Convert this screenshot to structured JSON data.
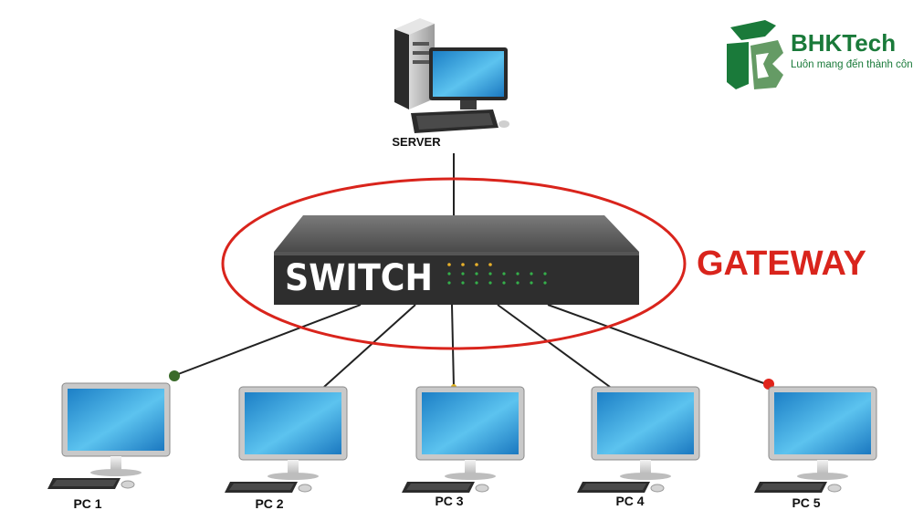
{
  "logo": {
    "brand": "BHKTech",
    "slogan": "Luôn mang đến thành công!",
    "brand_color": "#1a7a3a"
  },
  "server": {
    "label": "SERVER"
  },
  "switch": {
    "label": "SWITCH"
  },
  "gateway": {
    "label": "GATEWAY",
    "color": "#d9241c"
  },
  "pcs": [
    {
      "label": "PC 1"
    },
    {
      "label": "PC 2"
    },
    {
      "label": "PC 3"
    },
    {
      "label": "PC 4"
    },
    {
      "label": "PC 5"
    }
  ],
  "colors": {
    "ring": "#d9241c",
    "screen": "#3aa7e0",
    "device_body": "#5a5a5a",
    "cable": "#222222"
  }
}
